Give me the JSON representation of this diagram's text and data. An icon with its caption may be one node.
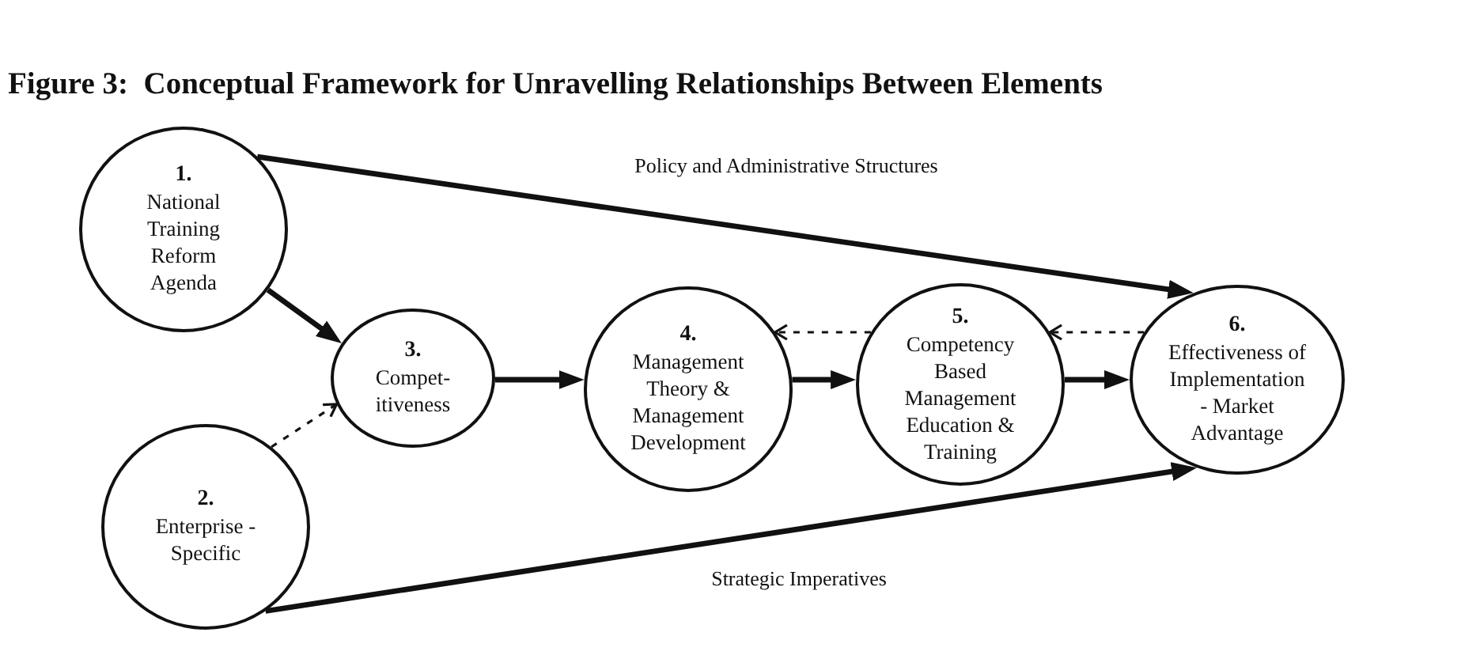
{
  "diagram": {
    "title": "Figure 3:  Conceptual Framework for Unravelling Relationships Between Elements",
    "nodes": [
      {
        "text": [
          "1.",
          "National Training Reform Agenda"
        ]
      },
      {
        "text": [
          "2.",
          "Enterprise - Specific"
        ]
      },
      {
        "text": [
          "3.",
          "Compet- itiveness"
        ]
      },
      {
        "text": [
          "4.",
          "Management Theory & Management Development"
        ]
      },
      {
        "text": [
          "5.",
          "Competency Based Management Education & Training"
        ]
      },
      {
        "text": [
          "6.",
          "Effectiveness of Implementation - Market Advantage"
        ]
      }
    ],
    "edges": [
      {
        "from": 0,
        "to": 5,
        "arrow": "to",
        "label": "Policy and Administrative Structures"
      },
      {
        "from": 0,
        "to": 2,
        "arrow": "to"
      },
      {
        "from": 1,
        "to": 2,
        "arrow": "to",
        "style": "dashed"
      },
      {
        "from": 2,
        "to": 3,
        "arrow": "to"
      },
      {
        "from": 3,
        "to": 4,
        "arrow": "to"
      },
      {
        "from": 4,
        "to": 5,
        "arrow": "to"
      },
      {
        "from": 4,
        "to": 3,
        "arrow": "to",
        "style": "dashed"
      },
      {
        "from": 5,
        "to": 4,
        "arrow": "to",
        "style": "dashed"
      },
      {
        "from": 1,
        "to": 5,
        "arrow": "to",
        "label": "Strategic Imperatives"
      }
    ]
  }
}
